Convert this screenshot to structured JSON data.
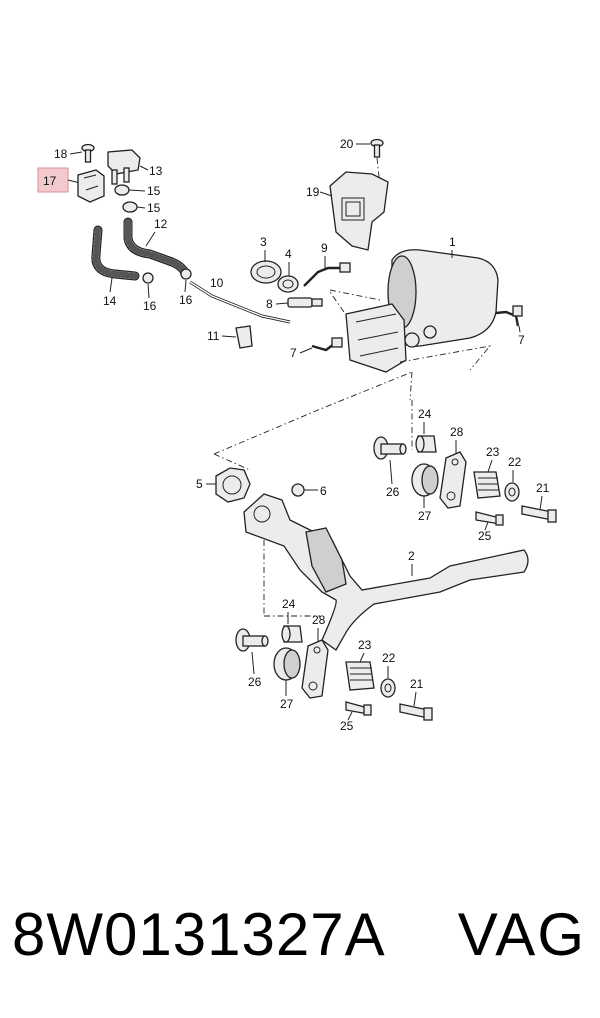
{
  "diagram": {
    "highlighted_callout": "17",
    "highlight_color": "#f2c9cc",
    "callouts": {
      "c1": "1",
      "c2": "2",
      "c3": "3",
      "c4": "4",
      "c5": "5",
      "c6": "6",
      "c7a": "7",
      "c7b": "7",
      "c8": "8",
      "c9": "9",
      "c10": "10",
      "c11": "11",
      "c12": "12",
      "c13": "13",
      "c14": "14",
      "c15a": "15",
      "c15b": "15",
      "c16a": "16",
      "c16b": "16",
      "c17": "17",
      "c18": "18",
      "c19": "19",
      "c20": "20",
      "c21a": "21",
      "c22a": "22",
      "c23a": "23",
      "c24a": "24",
      "c25a": "25",
      "c26a": "26",
      "c27a": "27",
      "c28a": "28",
      "c21b": "21",
      "c22b": "22",
      "c23b": "23",
      "c24b": "24",
      "c25b": "25",
      "c26b": "26",
      "c27b": "27",
      "c28b": "28"
    }
  },
  "footer": {
    "part_number": "8W0131327A",
    "brand": "VAG"
  }
}
